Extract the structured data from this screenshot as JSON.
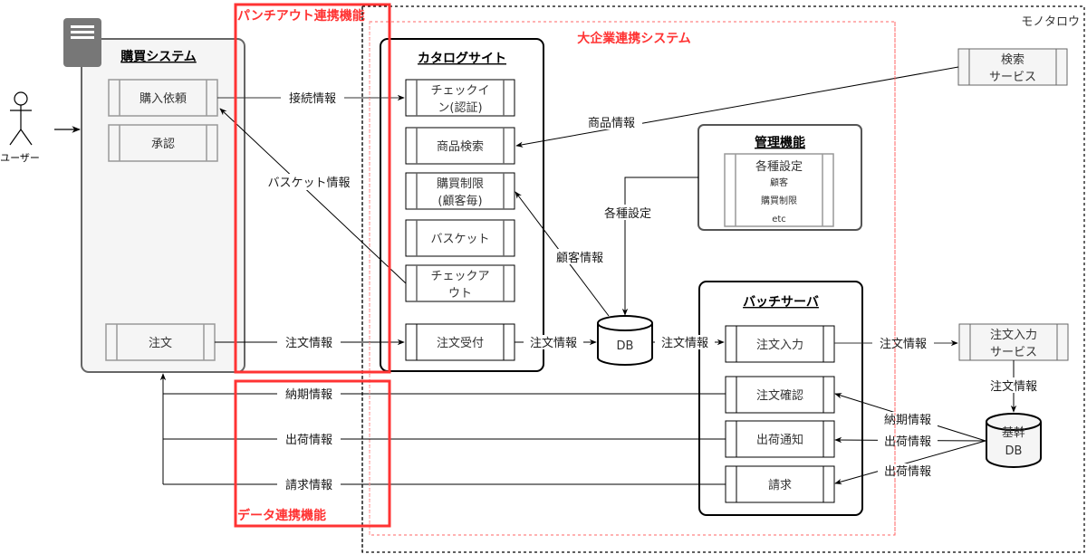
{
  "regions": {
    "monotaro": "モノタロウ",
    "enterprise": "大企業連携システム",
    "punchout": "パンチアウト連携機能",
    "data_link": "データ連携機能"
  },
  "actor": {
    "label": "ユーザー"
  },
  "purchase_system": {
    "title": "購買システム",
    "items": [
      "購入依頼",
      "承認",
      "注文"
    ]
  },
  "catalog_site": {
    "title": "カタログサイト",
    "items": [
      [
        "チェックイ",
        "ン(認証)"
      ],
      [
        "商品検索"
      ],
      [
        "購買制限",
        "(顧客毎)"
      ],
      [
        "バスケット"
      ],
      [
        "チェックア",
        "ウト"
      ],
      [
        "注文受付"
      ]
    ]
  },
  "admin": {
    "title": "管理機能",
    "item_title": "各種設定",
    "sub_items": [
      "顧客",
      "購買制限",
      "etc"
    ]
  },
  "db": {
    "label": "DB"
  },
  "batch_server": {
    "title": "バッチサーバ",
    "items": [
      "注文入力",
      "注文確認",
      "出荷通知",
      "請求"
    ]
  },
  "external": {
    "search_service": [
      "検索",
      "サービス"
    ],
    "order_input_service": [
      "注文入力",
      "サービス"
    ],
    "core_db": [
      "基幹",
      "DB"
    ]
  },
  "edges": {
    "connection_info": "接続情報",
    "basket_info": "バスケット情報",
    "product_info": "商品情報",
    "customer_info": "顧客情報",
    "settings": "各種設定",
    "order_info_1": "注文情報",
    "order_info_2": "注文情報",
    "order_info_3": "注文情報",
    "order_info_4": "注文情報",
    "order_info_5": "注文情報",
    "delivery_info_left": "納期情報",
    "shipping_info_left": "出荷情報",
    "billing_info_left": "請求情報",
    "delivery_info_right": "納期情報",
    "shipping_info_right": "出荷情報",
    "shipping_info_right_2": "出荷情報"
  },
  "colors": {
    "accent_red": "#ff3333",
    "dashed_red": "#ff6666",
    "gray_fill": "#f5f5f5",
    "gray_stroke": "#666666"
  }
}
